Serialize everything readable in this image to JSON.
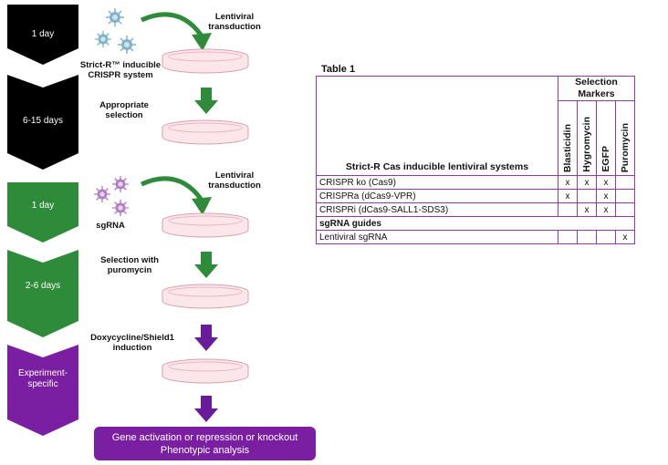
{
  "timeline": [
    {
      "label": "1 day",
      "color": "#000000"
    },
    {
      "label": "6-15 days",
      "color": "#000000"
    },
    {
      "label": "1 day",
      "color": "#2e8b3a"
    },
    {
      "label": "2-6 days",
      "color": "#2e8b3a"
    },
    {
      "label": "Experiment-\nspecific",
      "color": "#7a1fa2"
    }
  ],
  "steps": {
    "transduction1": "Lentiviral\ntransduction",
    "crispr_system": "Strict-R™ inducible\nCRISPR system",
    "selection": "Appropriate\nselection",
    "transduction2": "Lentiviral\ntransduction",
    "sgrna": "sgRNA",
    "puromycin": "Selection with\npuromycin",
    "induction": "Doxycycline/Shield1\ninduction"
  },
  "result": {
    "line1": "Gene activation or repression or knockout",
    "line2": "Phenotypic analysis"
  },
  "colors": {
    "green_arrow": "#2e8b3a",
    "purple_arrow": "#6a1b9a",
    "virus_blue": "#7fb3c8",
    "virus_purple": "#b07cc6",
    "table_border": "#8e3aa8"
  },
  "table": {
    "title": "Table 1",
    "group_header": "Selection Markers",
    "row_header": "Strict-R Cas inducible lentiviral systems",
    "columns": [
      "Blasticidin",
      "Hygromycin",
      "EGFP",
      "Puromycin"
    ],
    "rows": [
      {
        "name": "CRISPR ko (Cas9)",
        "cells": [
          "x",
          "x",
          "x",
          ""
        ]
      },
      {
        "name": "CRISPRa (dCas9-VPR)",
        "cells": [
          "x",
          "",
          "x",
          ""
        ]
      },
      {
        "name": "CRISPRi (dCas9-SALL1-SDS3)",
        "cells": [
          "",
          "x",
          "x",
          ""
        ]
      }
    ],
    "section": "sgRNA guides",
    "section_rows": [
      {
        "name": "Lentiviral sgRNA",
        "cells": [
          "",
          "",
          "",
          "x"
        ]
      }
    ]
  }
}
